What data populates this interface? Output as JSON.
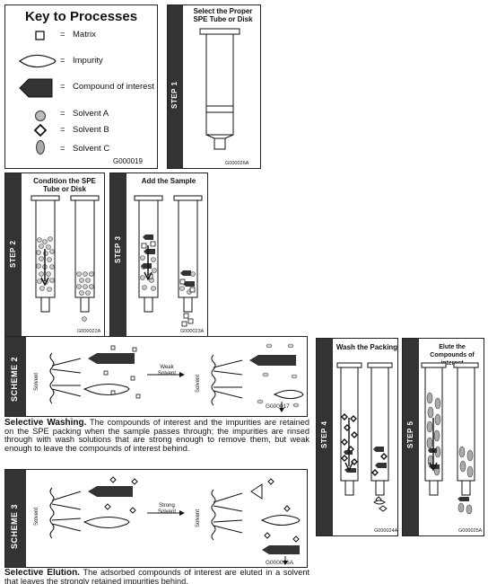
{
  "key": {
    "title": "Key to Processes",
    "items": [
      {
        "eq": "=",
        "label": "Matrix",
        "icon": "square-icon"
      },
      {
        "eq": "=",
        "label": "Impurity",
        "icon": "leaf-icon"
      },
      {
        "eq": "=",
        "label": "Compound of interest",
        "icon": "pentagon-icon"
      },
      {
        "eq": "=",
        "label": "Solvent  A",
        "icon": "circle-icon"
      },
      {
        "eq": "=",
        "label": "Solvent  B",
        "icon": "diamond-icon"
      },
      {
        "eq": "=",
        "label": "Solvent  C",
        "icon": "oval-icon"
      }
    ],
    "code": "G000019"
  },
  "step1": {
    "bar": "STEP 1",
    "title_a": "Select the Proper",
    "title_b": "SPE Tube or Disk",
    "code": "G000026A"
  },
  "step2": {
    "bar": "STEP 2",
    "title_a": "Condition the SPE",
    "title_b": "Tube or Disk",
    "code": "G000022A"
  },
  "step3": {
    "bar": "STEP 3",
    "title_a": "Add the Sample",
    "code": "G000023A"
  },
  "step4": {
    "bar": "STEP 4",
    "title_a": "Wash the Packing",
    "code": "G000024A"
  },
  "step5": {
    "bar": "STEP 5",
    "title_a": "Elute the",
    "title_b": "Compounds of interest",
    "code": "G000025A"
  },
  "scheme2": {
    "bar": "SCHEME 2",
    "solvent": "Solvent",
    "arrow_a": "Weak",
    "arrow_b": "Solvent",
    "code": "G000017",
    "caption_bold": "Selective Washing.",
    "caption_text": " The compounds of interest and the impurities are retained on the SPE packing when the sample passes through; the impurities are rinsed through with wash solutions that are strong enough to remove them, but weak enough to leave the compounds of interest behind."
  },
  "scheme3": {
    "bar": "SCHEME 3",
    "solvent": "Solvent",
    "arrow_a": "Strong",
    "arrow_b": "Solvent",
    "code": "G000016A",
    "caption_bold": "Selective Elution.",
    "caption_text": " The adsorbed compounds of interest are eluted in a solvent that leaves the strongly retained impurities behind."
  },
  "colors": {
    "bar": "#333333",
    "fill": "#444444",
    "light": "#cccccc"
  }
}
